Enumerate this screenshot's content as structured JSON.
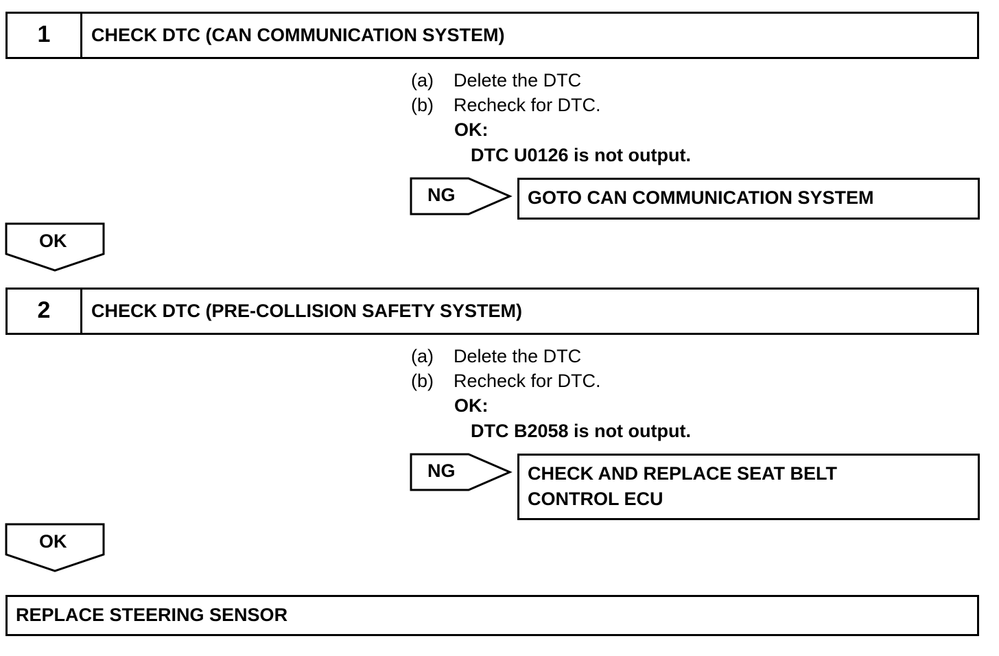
{
  "steps": [
    {
      "number": "1",
      "title": "CHECK DTC (CAN COMMUNICATION SYSTEM)",
      "instructions": [
        {
          "label": "(a)",
          "text": "Delete the DTC"
        },
        {
          "label": "(b)",
          "text": "Recheck for DTC."
        }
      ],
      "ok_heading": "OK:",
      "ok_detail": "DTC U0126 is not output.",
      "ng_label": "NG",
      "ng_result": "GOTO CAN COMMUNICATION SYSTEM",
      "ok_arrow_label": "OK"
    },
    {
      "number": "2",
      "title": "CHECK DTC (PRE-COLLISION SAFETY SYSTEM)",
      "instructions": [
        {
          "label": "(a)",
          "text": "Delete the DTC"
        },
        {
          "label": "(b)",
          "text": "Recheck for DTC."
        }
      ],
      "ok_heading": "OK:",
      "ok_detail": "DTC B2058 is not output.",
      "ng_label": "NG",
      "ng_result_line1": "CHECK AND REPLACE SEAT BELT",
      "ng_result_line2": "CONTROL ECU",
      "ok_arrow_label": "OK"
    }
  ],
  "final_action": "REPLACE STEERING SENSOR"
}
